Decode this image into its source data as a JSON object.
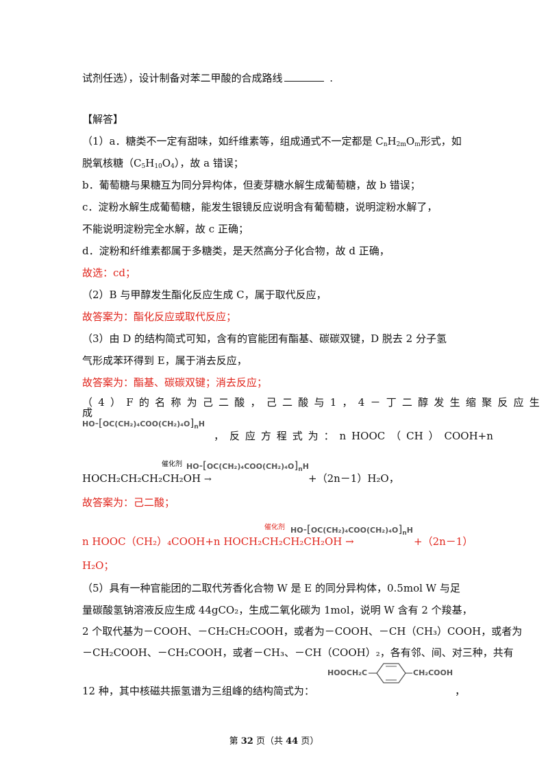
{
  "lines": {
    "l1a": "试剂任选），设计制备对苯二甲酸的合成路线",
    "l1b": " .",
    "answer_head": "【解答】",
    "p1a": "（1）a．糖类不一定有甜味，如纤维素等，组成通式不一定都是 C",
    "p1a_sub1": "n",
    "p1a_h": "H",
    "p1a_sub2": "2m",
    "p1a_o": "O",
    "p1a_sub3": "m",
    "p1a_end": "形式，如",
    "p1b": "脱氧核糖（C",
    "p1b_s1": "5",
    "p1b_h": "H",
    "p1b_s2": "10",
    "p1b_o": "O",
    "p1b_s3": "4",
    "p1b_end": "），故 a 错误；",
    "p2": "b．葡萄糖与果糖互为同分异构体，但麦芽糖水解生成葡萄糖，故 b 错误；",
    "p3a": "c．淀粉水解生成葡萄糖，能发生银镜反应说明含有葡萄糖，说明淀粉水解了，",
    "p3b": "不能说明淀粉完全水解，故 c 正确；",
    "p4": "d．淀粉和纤维素都属于多糖类，是天然高分子化合物，故 d 正确，",
    "ans1": "故选：cd；",
    "p5": "（2）B 与甲醇发生酯化反应生成 C，属于取代反应，",
    "ans2": "故答案为：酯化反应或取代反应；",
    "p6a": "（3）由 D 的结构简式可知，含有的官能团有酯基、碳碳双键，D 脱去 2 分子氢",
    "p6b": "气形成苯环得到 E，属于消去反应，",
    "ans3": "故答案为：酯基、碳碳双键；消去反应；",
    "p7_words": [
      "（",
      "4",
      "）",
      "F",
      "的",
      "名",
      "称",
      "为",
      "己",
      "二",
      "酸",
      "，",
      "己",
      "二",
      "酸",
      "与",
      "1",
      "，",
      "4",
      "－",
      "丁",
      "二",
      "醇",
      "发",
      "生",
      "缩",
      "聚",
      "反",
      "应",
      "生"
    ],
    "p7b": "成",
    "p8_words": [
      "，",
      "反",
      "应",
      "方",
      "程",
      "式",
      "为",
      "：",
      "n",
      "HOOC",
      "（",
      "CH",
      "）",
      "COOH+n"
    ],
    "p9": "HOCH₂CH₂CH₂CH₂OH",
    "p9_end": "+（2n－1）H₂O，",
    "ans4": "故答案为：己二酸；",
    "ans5a": "n HOOC（CH₂）₄COOH+n HOCH₂CH₂CH₂CH₂OH",
    "ans5_end": "+（2n－1）",
    "ans5b": "H₂O；",
    "p10a": "（5）具有一种官能团的二取代芳香化合物 W 是 E 的同分异构体，0.5mol W 与足",
    "p10b": "量碳酸氢钠溶液反应生成 44gCO₂，生成二氧化碳为 1mol，说明 W 含有 2 个羧基，",
    "p10c": "2 个取代基为－COOH、－CH₂CH₂COOH，或者为－COOH、－CH（CH₃）COOH，或者为",
    "p10d": "－CH₂COOH、－CH₂COOH，或者－CH₃、－CH（COOH）₂，各有邻、间、对三种，共有",
    "p10e": "12 种，其中核磁共振氢谱为三组峰的结构简式为：",
    "p10e_end": "，"
  },
  "formula": {
    "polymer_prefix": "HO",
    "polymer_body": "OC(CH₂)₄COO(CH₂)₄O",
    "polymer_suffix": "H",
    "polymer_n": "n",
    "catalyst": "催化剂",
    "arrow": "→",
    "struct_left": "HOOCH₂C",
    "struct_right": "CH₂COOH"
  },
  "footer": {
    "pre": "第",
    "page": "32",
    "mid": "页（共",
    "total": "44",
    "post": "页）"
  },
  "colors": {
    "answer": "#e0241b",
    "text": "#111111"
  }
}
